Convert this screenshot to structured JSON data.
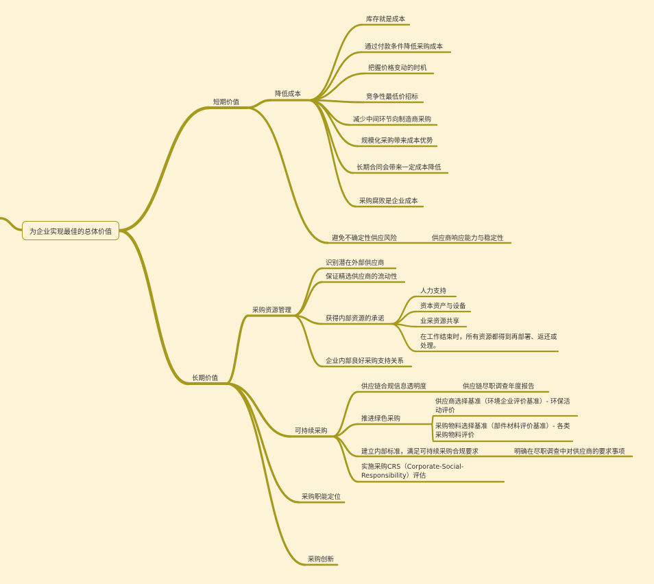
{
  "root": "为企业实现最佳的总体价值",
  "short_term": {
    "label": "短期价值",
    "reduce_cost": {
      "label": "降低成本",
      "items": [
        "库存就是成本",
        "通过付款条件降低采购成本",
        "把握价格变动的时机",
        "竞争性最低价招标",
        "减少中间环节向制造商采购",
        "规模化采购带来成本优势",
        "长期合同会带来一定成本降低",
        "采购腐败是企业成本"
      ]
    },
    "avoid_risk": {
      "label": "避免不确定性供应风险",
      "child": "供应商响应能力与稳定性"
    }
  },
  "long_term": {
    "label": "长期价值",
    "resource_mgmt": {
      "label": "采购资源管理",
      "identify": "识别潜在外部供应商",
      "liquidity": "保证精选供应商的流动性",
      "internal": {
        "label": "获得内部资源的承诺",
        "items": [
          "人力支持",
          "资本资产与设备",
          "业采资源共享",
          "在工作结束时，所有资源都得到再部署、返还或处理。"
        ]
      },
      "relations": "企业内部良好采购支持关系"
    },
    "sustainable": {
      "label": "可持续采购",
      "transparency": {
        "label": "供应链合规信息透明度",
        "child": "供应链尽职调查年度报告"
      },
      "green": {
        "label": "推进绿色采购",
        "items": [
          "供应商选择基准（环境企业评价基准）- 环保活动评价",
          "采购物料选择基准（部件材料评价基准）- 各类采购物料评价"
        ]
      },
      "standards": {
        "label": "建立内部标准，满足可持续采购合规要求",
        "child": "明确在尽职调查中对供应商的要求事项"
      },
      "csr": "实施采购CRS（Corporate-Social-Responsibility）评估"
    },
    "positioning": "采购职能定位",
    "innovation": "采购创新"
  },
  "colors": {
    "branch": "#a59a1e",
    "background": "#fdf4d8",
    "text": "#333333"
  }
}
